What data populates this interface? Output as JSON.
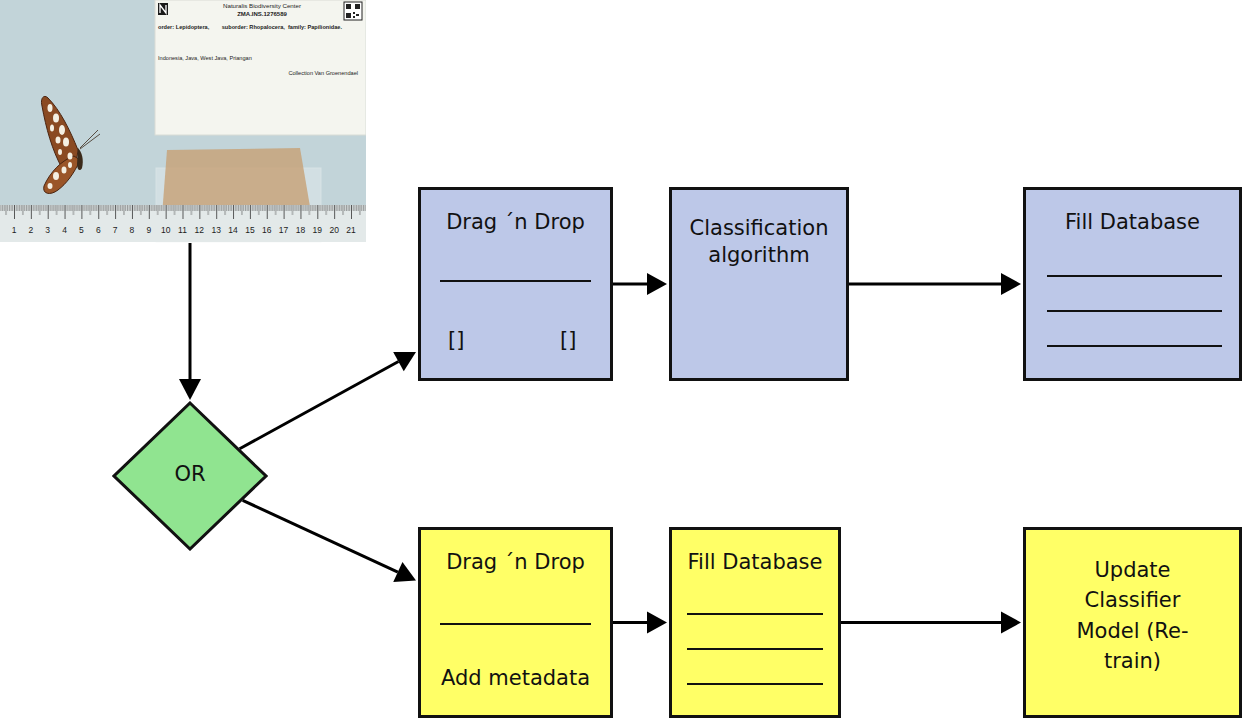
{
  "diagram": {
    "nodes": [
      {
        "text": [
          "OR"
        ]
      },
      {
        "text": [
          "Drag ´n Drop",
          "[]",
          "[]"
        ]
      },
      {
        "text": [
          "Classification algorithm"
        ]
      },
      {
        "text": [
          "Fill Database"
        ]
      },
      {
        "text": [
          "Drag ´n Drop",
          "Add metadata"
        ]
      },
      {
        "text": [
          "Fill Database"
        ]
      },
      {
        "text": [
          "Update Classifier Model (Re-train)"
        ]
      }
    ],
    "edges": [
      {
        "from": 0,
        "to": 1,
        "arrow": "to"
      },
      {
        "from": 0,
        "to": 4,
        "arrow": "to"
      },
      {
        "from": 1,
        "to": 2,
        "arrow": "to"
      },
      {
        "from": 2,
        "to": 3,
        "arrow": "to"
      },
      {
        "from": 4,
        "to": 5,
        "arrow": "to"
      },
      {
        "from": 5,
        "to": 6,
        "arrow": "to"
      }
    ],
    "labels": [
      "Naturalis Biodiversity Center",
      "ZMA.INS.1276589",
      "order: Lepidoptera,        suborder: Rhopalocera,  family: Papilionidae.",
      "Indonesia, Java, West Java, Priangan",
      "Collection Van Groenendael",
      "1",
      "2",
      "3",
      "4",
      "5",
      "6",
      "7",
      "8",
      "9",
      "10",
      "11",
      "12",
      "13",
      "14",
      "15",
      "16",
      "17",
      "18",
      "19",
      "20",
      "21"
    ]
  }
}
